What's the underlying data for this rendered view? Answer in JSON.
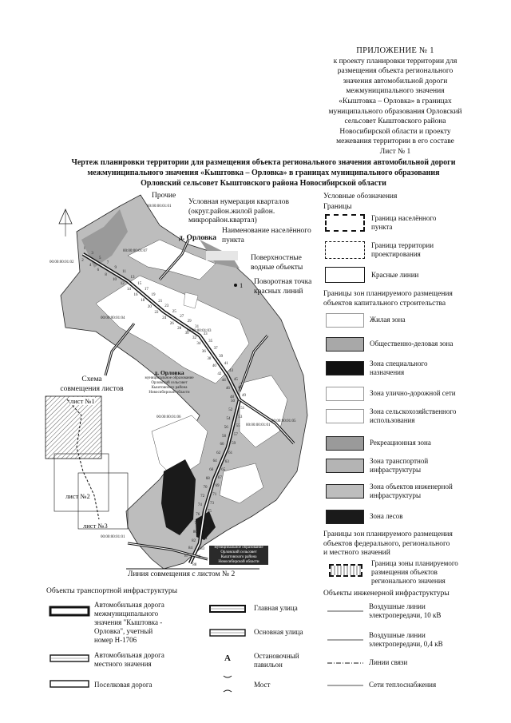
{
  "appendix": {
    "heading": "ПРИЛОЖЕНИЕ № 1",
    "lines": [
      "к проекту планировки территории для",
      "размещения объекта регионального",
      "значения автомобильной дороги",
      "межмуниципального значения",
      "«Кыштовка – Орловка» в границах",
      "муниципального образования Орловский",
      "сельсовет Кыштовского района",
      "Новосибирской области и проекту",
      "межевания территории в его составе",
      "Лист № 1"
    ]
  },
  "title": {
    "line1": "Чертеж планировки территории для размещения объекта регионального значения автомобильной дороги",
    "line2": "межмуниципального значения  «Кыштовка – Орловка» в границах муниципального образования",
    "line3": "Орловский сельсовет Кыштовского района Новосибирской области"
  },
  "map_legend": {
    "prochie": "Прочие",
    "kvartal_code": "00:00:00:01:01",
    "kvartal_desc": [
      "Условная нумерация кварталов",
      "(округ.район.жилой район.",
      "микрорайон.квартал)"
    ],
    "settlement_sample": "д. Орловка",
    "settlement_desc": [
      "Наименование населённого",
      "пункта"
    ],
    "water_desc": [
      "Поверхностные",
      "водные объекты"
    ],
    "point_sample": "1",
    "point_desc": [
      "Поворотная точка",
      "красных линий"
    ]
  },
  "map": {
    "village_name": "д. Орловка",
    "village_sub": [
      "муниципальное образование",
      "Орловский сельсовет",
      "Кыштовского района",
      "Новосибирской области"
    ],
    "kvartals": [
      "00:00:00:01:02",
      "00:00:00:01:07",
      "00:00:00:01:04",
      "00:00:00:01:03",
      "00:00:00:01:01",
      "00:00:00:01:05",
      "00:00:00:01:06",
      "00:00:00:01:01"
    ],
    "bottom_label": [
      "муниципальное образование",
      "Орловский сельсовет",
      "Кыштовского района",
      "Новосибирской области"
    ],
    "point_numbers": [
      "88",
      "87",
      "86",
      "84",
      "83",
      "82",
      "81",
      "80",
      "79",
      "78",
      "77",
      "76",
      "75",
      "74",
      "73",
      "72",
      "71",
      "70",
      "69",
      "68",
      "67",
      "66",
      "65",
      "64",
      "63",
      "62",
      "61",
      "60",
      "59",
      "58",
      "57",
      "56",
      "55",
      "54",
      "53",
      "52",
      "51",
      "50",
      "49",
      "48",
      "47",
      "46",
      "45",
      "44",
      "43",
      "42",
      "41",
      "40",
      "39",
      "38",
      "37",
      "36",
      "35",
      "34",
      "33",
      "32",
      "31",
      "30",
      "29",
      "28",
      "27",
      "26",
      "25",
      "24",
      "23",
      "22",
      "21",
      "20",
      "19",
      "18",
      "17",
      "16",
      "15",
      "14",
      "13",
      "12",
      "11",
      "10",
      "9",
      "8",
      "7",
      "6",
      "5",
      "4",
      "3",
      "2",
      "1"
    ]
  },
  "scheme": {
    "title": [
      "Схема",
      "совмещения листов"
    ],
    "sheet1": "лист №1",
    "sheet2": "лист №2",
    "sheet3": "лист №3"
  },
  "join_line": "Линия совмещения с листом № 2",
  "legend_right": {
    "title": "Условные обозначения",
    "boundaries_title": "Границы",
    "boundaries": [
      {
        "label": [
          "Граница населённого",
          "пункта"
        ]
      },
      {
        "label": [
          "Граница территории",
          "проектирования"
        ]
      },
      {
        "label": [
          "Красные линии"
        ]
      }
    ],
    "zones_title": [
      "Границы зон планируемого размещения",
      "объектов капитального строительства"
    ],
    "zones": [
      {
        "label": [
          "Жилая зона"
        ],
        "color": "#ffffff"
      },
      {
        "label": [
          "Общественно-деловая зона"
        ],
        "color": "#a8a8a8"
      },
      {
        "label": [
          "Зона специального",
          "назначения"
        ],
        "color": "#111111"
      },
      {
        "label": [
          "Зона улично-дорожной сети"
        ],
        "color": "#ffffff"
      },
      {
        "label": [
          "Зона сельскохозяйственного",
          "использования"
        ],
        "color": "#ffffff"
      },
      {
        "label": [
          "Рекреационная зона"
        ],
        "color": "#9a9a9a"
      },
      {
        "label": [
          "Зона транспортной",
          "инфраструктуры"
        ],
        "color": "#b4b4b4"
      },
      {
        "label": [
          "Зона объектов инженерной",
          "инфраструктуры"
        ],
        "color": "#bdbdbd"
      },
      {
        "label": [
          "Зона лесов"
        ],
        "color": "#1a1a1a"
      }
    ],
    "federal_title": [
      "Границы зон планируемого размещения",
      "объектов федерального, регионального",
      "и местного значений"
    ],
    "federal_item": [
      "Граница зоны планируемого",
      "размещения объектов",
      "регионального значения"
    ]
  },
  "transport": {
    "title": "Объекты транспортной инфраструктуры",
    "items": [
      {
        "label": [
          "Автомобильная дорога",
          "межмуниципального",
          "значения \"Кыштовка -",
          "Орловка\", учетный",
          "номер Н-1706"
        ]
      },
      {
        "label": [
          "Автомобильная дорога",
          "местного значения"
        ]
      },
      {
        "label": [
          "Поселковая дорога"
        ]
      }
    ],
    "middle": [
      {
        "label": [
          "Главная улица"
        ]
      },
      {
        "label": [
          "Основная улица"
        ]
      },
      {
        "label": [
          "Остановочный",
          "павильон"
        ],
        "symbol": "А"
      },
      {
        "label": [
          "Мост"
        ]
      }
    ]
  },
  "engineering": {
    "title": "Объекты инженерной инфраструктуры",
    "items": [
      {
        "label": [
          "Воздушные линии",
          "электропередачи, 10 кВ"
        ]
      },
      {
        "label": [
          "Воздушные линии",
          "электропередачи, 0,4 кВ"
        ]
      },
      {
        "label": [
          "Линии связи"
        ]
      },
      {
        "label": [
          "Сети теплоснабжения"
        ]
      }
    ]
  }
}
